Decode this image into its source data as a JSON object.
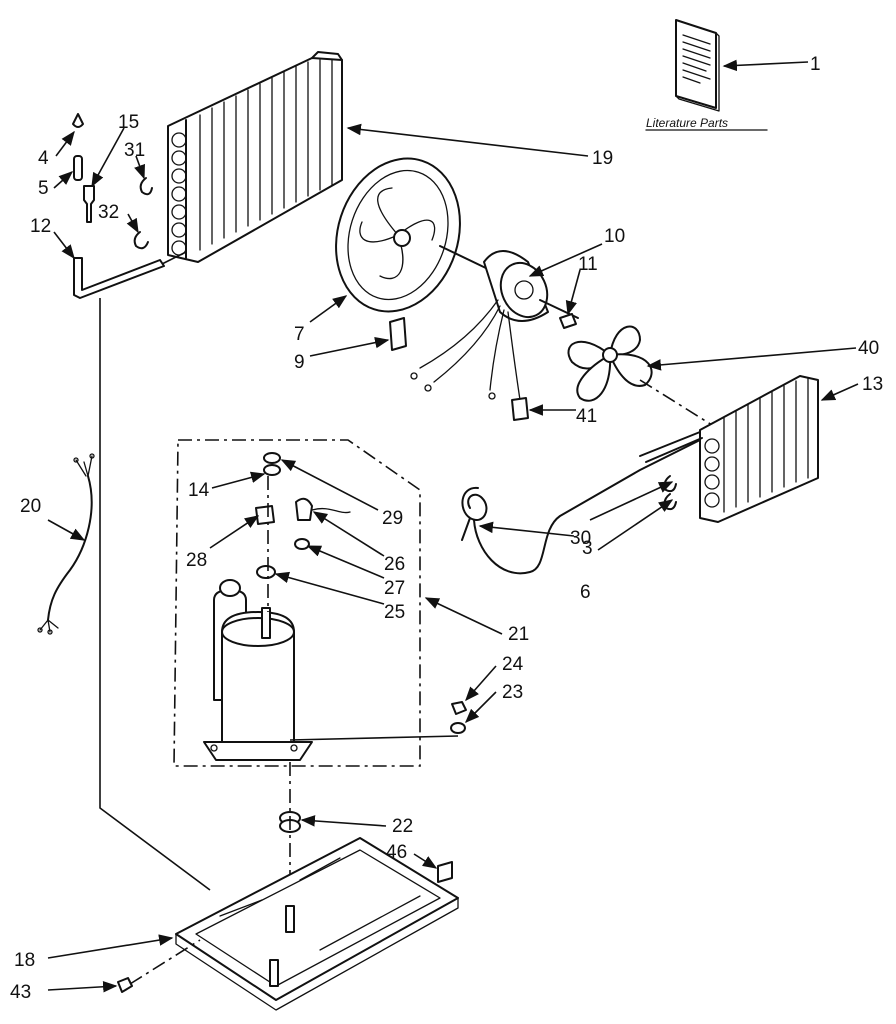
{
  "literature": {
    "caption": "Literature Parts"
  },
  "callouts": [
    {
      "id": "c1",
      "text": "1"
    },
    {
      "id": "c3",
      "text": "3"
    },
    {
      "id": "c4",
      "text": "4"
    },
    {
      "id": "c5",
      "text": "5"
    },
    {
      "id": "c6",
      "text": "6"
    },
    {
      "id": "c7",
      "text": "7"
    },
    {
      "id": "c9",
      "text": "9"
    },
    {
      "id": "c10",
      "text": "10"
    },
    {
      "id": "c11",
      "text": "11"
    },
    {
      "id": "c12",
      "text": "12"
    },
    {
      "id": "c13",
      "text": "13"
    },
    {
      "id": "c14",
      "text": "14"
    },
    {
      "id": "c15",
      "text": "15"
    },
    {
      "id": "c18",
      "text": "18"
    },
    {
      "id": "c19",
      "text": "19"
    },
    {
      "id": "c20",
      "text": "20"
    },
    {
      "id": "c21",
      "text": "21"
    },
    {
      "id": "c22",
      "text": "22"
    },
    {
      "id": "c23",
      "text": "23"
    },
    {
      "id": "c24",
      "text": "24"
    },
    {
      "id": "c25",
      "text": "25"
    },
    {
      "id": "c26",
      "text": "26"
    },
    {
      "id": "c27",
      "text": "27"
    },
    {
      "id": "c28",
      "text": "28"
    },
    {
      "id": "c29",
      "text": "29"
    },
    {
      "id": "c30",
      "text": "30"
    },
    {
      "id": "c31",
      "text": "31"
    },
    {
      "id": "c32",
      "text": "32"
    },
    {
      "id": "c40",
      "text": "40"
    },
    {
      "id": "c41",
      "text": "41"
    },
    {
      "id": "c43",
      "text": "43"
    },
    {
      "id": "c46",
      "text": "46"
    }
  ]
}
